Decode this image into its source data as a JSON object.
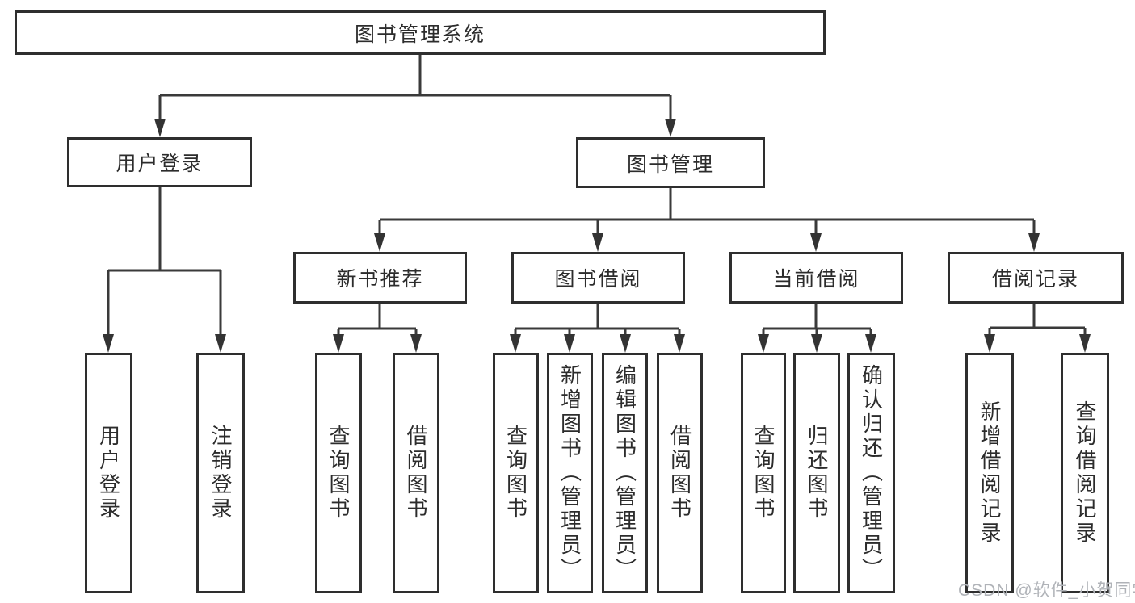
{
  "diagram": {
    "title_node": "图书管理系统",
    "level2": {
      "user_login": "用户登录",
      "book_management": "图书管理"
    },
    "level3": {
      "new_book_recommend": "新书推荐",
      "book_borrow": "图书借阅",
      "current_borrow": "当前借阅",
      "borrow_records": "借阅记录"
    },
    "leaves": [
      "用户登录",
      "注销登录",
      "查询图书",
      "借阅图书",
      "查询图书",
      "新增图书（管理员）",
      "编辑图书（管理员）",
      "借阅图书",
      "查询图书",
      "归还图书",
      "确认归还（管理员）",
      "新增借阅记录",
      "查询借阅记录"
    ]
  },
  "colors": {
    "line": "#3a3a3a",
    "border": "#2e2e2e",
    "text": "#2c2c2c",
    "watermark": "#b0b3b8"
  },
  "watermark": "CSDN @软件_小贺同学"
}
